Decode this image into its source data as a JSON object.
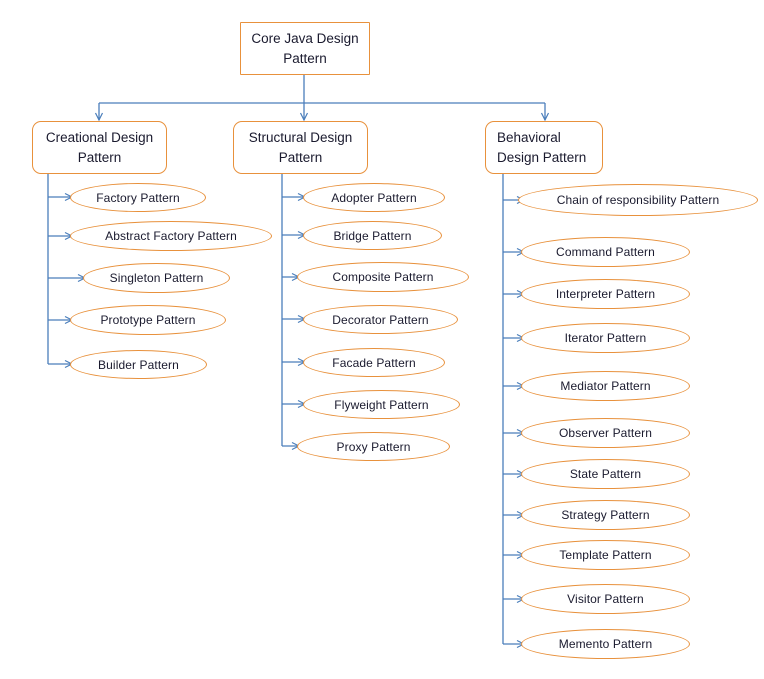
{
  "diagram": {
    "type": "hierarchy-tree",
    "title": "Core Java Design Pattern",
    "colors": {
      "node_border": "#e8913c",
      "connector": "#4a7ebb",
      "text": "#1a1a2e",
      "background": "#ffffff"
    },
    "root": {
      "label": "Core Java Design Pattern",
      "shape": "rectangle"
    },
    "branches": [
      {
        "id": "creational",
        "label": "Creational Design Pattern",
        "shape": "rounded-rectangle",
        "leaves": [
          {
            "label": "Factory Pattern"
          },
          {
            "label": "Abstract Factory Pattern"
          },
          {
            "label": "Singleton Pattern"
          },
          {
            "label": "Prototype  Pattern"
          },
          {
            "label": "Builder Pattern"
          }
        ]
      },
      {
        "id": "structural",
        "label": "Structural Design Pattern",
        "shape": "rounded-rectangle",
        "leaves": [
          {
            "label": "Adopter Pattern"
          },
          {
            "label": "Bridge Pattern"
          },
          {
            "label": "Composite Pattern"
          },
          {
            "label": "Decorator Pattern"
          },
          {
            "label": "Facade Pattern"
          },
          {
            "label": "Flyweight Pattern"
          },
          {
            "label": "Proxy Pattern"
          }
        ]
      },
      {
        "id": "behavioral",
        "label": "Behavioral Design Pattern",
        "shape": "rounded-rectangle",
        "leaves": [
          {
            "label": "Chain of responsibility Pattern"
          },
          {
            "label": "Command Pattern"
          },
          {
            "label": "Interpreter  Pattern"
          },
          {
            "label": "Iterator Pattern"
          },
          {
            "label": "Mediator Pattern"
          },
          {
            "label": "Observer Pattern"
          },
          {
            "label": "State Pattern"
          },
          {
            "label": "Strategy Pattern"
          },
          {
            "label": "Template Pattern"
          },
          {
            "label": "Visitor Pattern"
          },
          {
            "label": "Memento Pattern"
          }
        ]
      }
    ]
  }
}
